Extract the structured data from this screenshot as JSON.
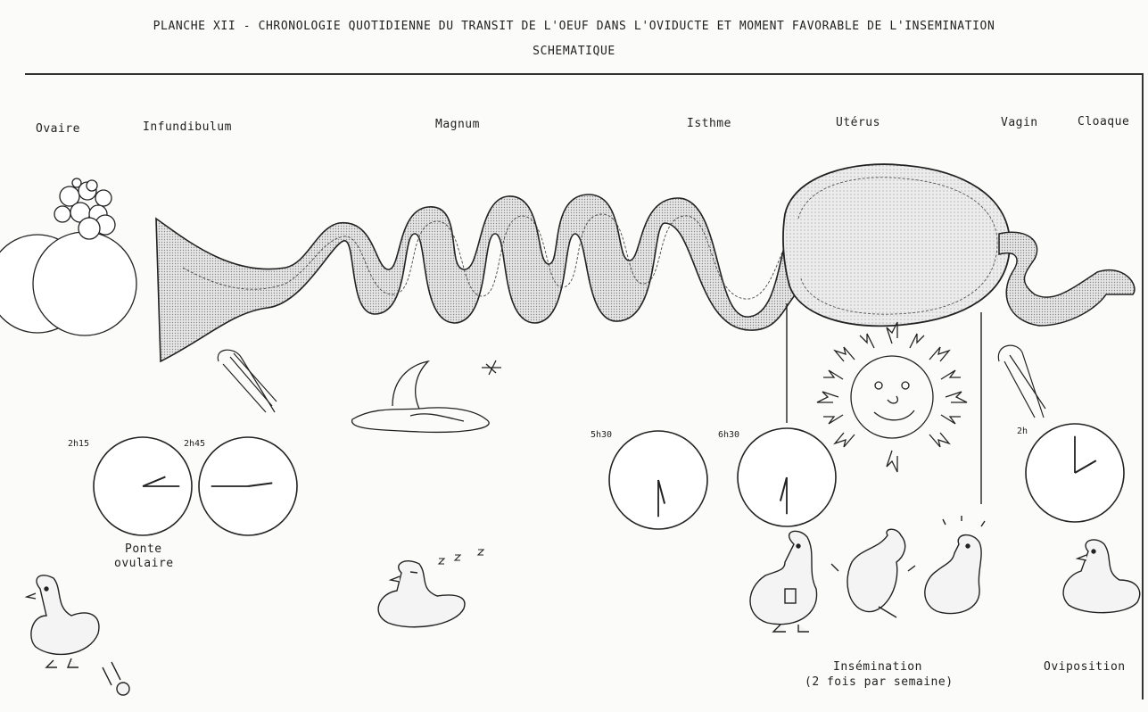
{
  "title": {
    "line1": "PLANCHE XII - CHRONOLOGIE QUOTIDIENNE DU TRANSIT DE L'OEUF DANS L'OVIDUCTE ET MOMENT FAVORABLE DE L'INSEMINATION",
    "line2": "SCHEMATIQUE"
  },
  "regions": {
    "ovaire": "Ovaire",
    "infundibulum": "Infundibulum",
    "magnum": "Magnum",
    "isthme": "Isthme",
    "uterus": "Utérus",
    "vagin": "Vagin",
    "cloaque": "Cloaque"
  },
  "clocks": [
    {
      "label": "2h15",
      "hour": 2.25
    },
    {
      "label": "2h45",
      "hour": 2.75
    },
    {
      "label": "5h30",
      "hour": 5.5
    },
    {
      "label": "6h30",
      "hour": 6.5
    },
    {
      "label": "2h",
      "hour": 2
    }
  ],
  "events": {
    "ponte_line1": "Ponte",
    "ponte_line2": "ovulaire",
    "insemination_line1": "Insémination",
    "insemination_line2": "(2 fois par semaine)",
    "oviposition": "Oviposition"
  },
  "colors": {
    "ink": "#222222",
    "fill": "#d9d9d9",
    "paper": "#fbfbf9"
  }
}
